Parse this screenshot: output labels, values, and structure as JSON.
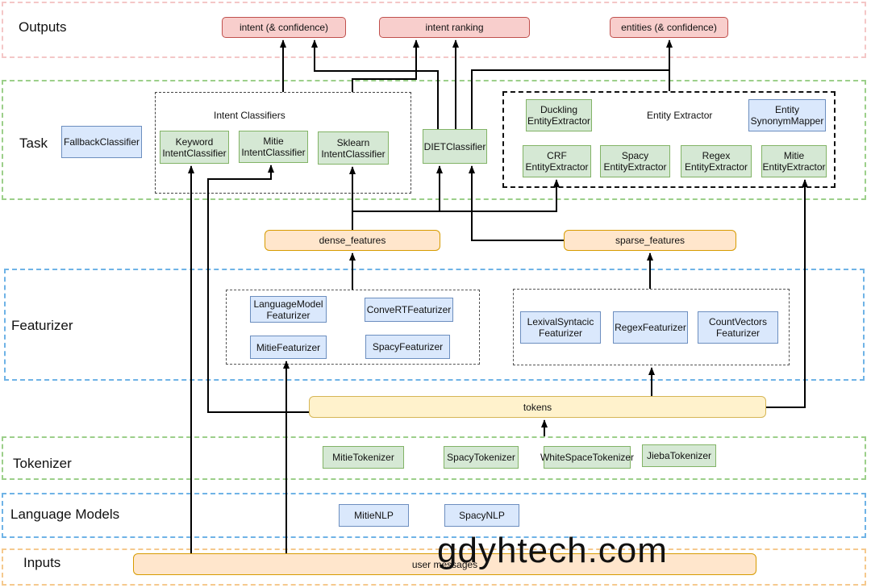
{
  "layers": {
    "outputs": "Outputs",
    "task": "Task",
    "featurizer": "Featurizer",
    "tokenizer": "Tokenizer",
    "language_models": "Language Models",
    "inputs": "Inputs"
  },
  "outputs": {
    "intent": "intent (& confidence)",
    "ranking": "intent ranking",
    "entities": "entities (& confidence)"
  },
  "task": {
    "fallback": "FallbackClassifier",
    "intent_group": "Intent Classifiers",
    "keyword": "Keyword\nIntentClassifier",
    "mitie_intent": "Mitie\nIntentClassifier",
    "sklearn": "Sklearn\nIntentClassifier",
    "diet": "DIETClassifier",
    "entity_group": "Entity Extractor",
    "duckling": "Duckling\nEntityExtractor",
    "synonym": "Entity\nSynonymMapper",
    "crf": "CRF\nEntityExtractor",
    "spacy_entity": "Spacy\nEntityExtractor",
    "regex_entity": "Regex\nEntityExtractor",
    "mitie_entity": "Mitie\nEntityExtractor"
  },
  "features": {
    "dense": "dense_features",
    "sparse": "sparse_features"
  },
  "featurizers": {
    "lm": "LanguageModel\nFeaturizer",
    "convert": "ConveRTFeaturizer",
    "mitie": "MitieFeaturizer",
    "spacy": "SpacyFeaturizer",
    "lexsyn": "LexivalSyntacic\nFeaturizer",
    "regex": "RegexFeaturizer",
    "countvec": "CountVectors\nFeaturizer"
  },
  "tokens": "tokens",
  "tokenizers": {
    "mitie": "MitieTokenizer",
    "spacy": "SpacyTokenizer",
    "whitespace": "WhiteSpaceTokenizer",
    "jieba": "JiebaTokenizer"
  },
  "language_models": {
    "mitie": "MitieNLP",
    "spacy": "SpacyNLP"
  },
  "inputs": {
    "user_messages": "user messages"
  },
  "watermark": "gdyhtech.com",
  "colors": {
    "outputs_band": "#f4c7c7",
    "task_band": "#9ccf8a",
    "featurizer_band": "#6fb3e6",
    "tokenizer_band": "#9ccf8a",
    "language_models_band": "#6fb3e6",
    "inputs_band": "#f5c98e"
  }
}
